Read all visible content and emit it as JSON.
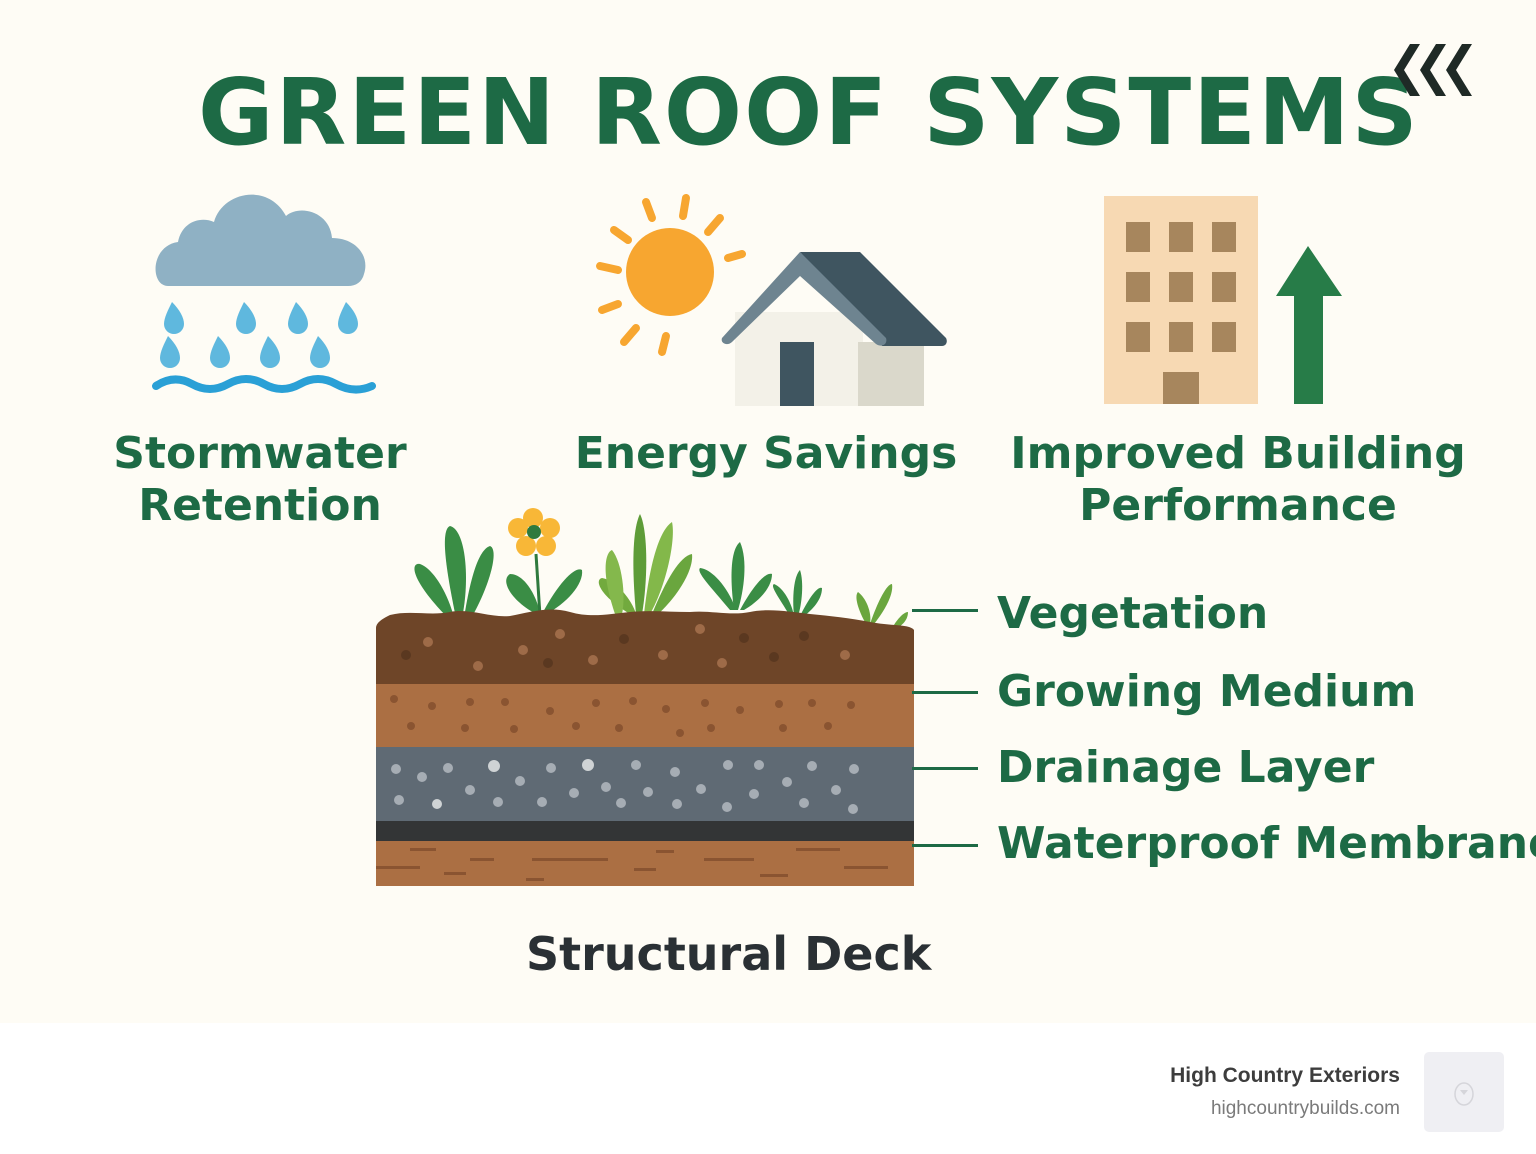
{
  "title": "GREEN ROOF SYSTEMS",
  "brand_mark_icon": "triple-chevron-left-icon",
  "benefits": [
    {
      "icon": "rain-cloud-icon",
      "line1": "Stormwater",
      "line2": "Retention"
    },
    {
      "icon": "sun-house-icon",
      "line1": "Energy Savings",
      "line2": ""
    },
    {
      "icon": "building-arrow-up-icon",
      "line1": "Improved Building",
      "line2": "Performance"
    }
  ],
  "layers": [
    {
      "label": "Vegetation",
      "color": "#3a8d45"
    },
    {
      "label": "Growing Medium",
      "color": "#6e4528"
    },
    {
      "label": "Drainage Layer",
      "color": "#5f6a74"
    },
    {
      "label": "Waterproof Membrane",
      "color": "#333536"
    }
  ],
  "base_label": "Structural Deck",
  "colors": {
    "accent_green": "#1d6a45",
    "background": "#fefcf5",
    "topsoil": "#6e4528",
    "medium": "#ab6f43",
    "drainage": "#5f6a74",
    "membrane": "#333536",
    "deck": "#ab6f43",
    "sun": "#f7a630",
    "cloud": "#8fb1c4",
    "water": "#2aa0d6"
  },
  "footer": {
    "company": "High Country Exteriors",
    "url": "highcountrybuilds.com",
    "logo_icon": "bear-logo-icon"
  }
}
